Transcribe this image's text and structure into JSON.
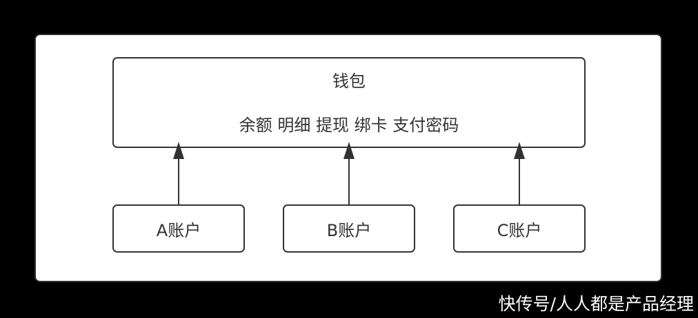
{
  "diagram": {
    "wallet": {
      "title": "钱包",
      "features": "余额 明细 提现 绑卡 支付密码"
    },
    "accounts": [
      {
        "label": "A账户"
      },
      {
        "label": "B账户"
      },
      {
        "label": "C账户"
      }
    ],
    "edges": [
      {
        "from": "A账户",
        "to": "钱包"
      },
      {
        "from": "B账户",
        "to": "钱包"
      },
      {
        "from": "C账户",
        "to": "钱包"
      }
    ],
    "colors": {
      "background": "#000000",
      "canvas": "#ffffff",
      "stroke": "#333333",
      "text": "#333333"
    }
  },
  "watermark": "快传号/人人都是产品经理"
}
